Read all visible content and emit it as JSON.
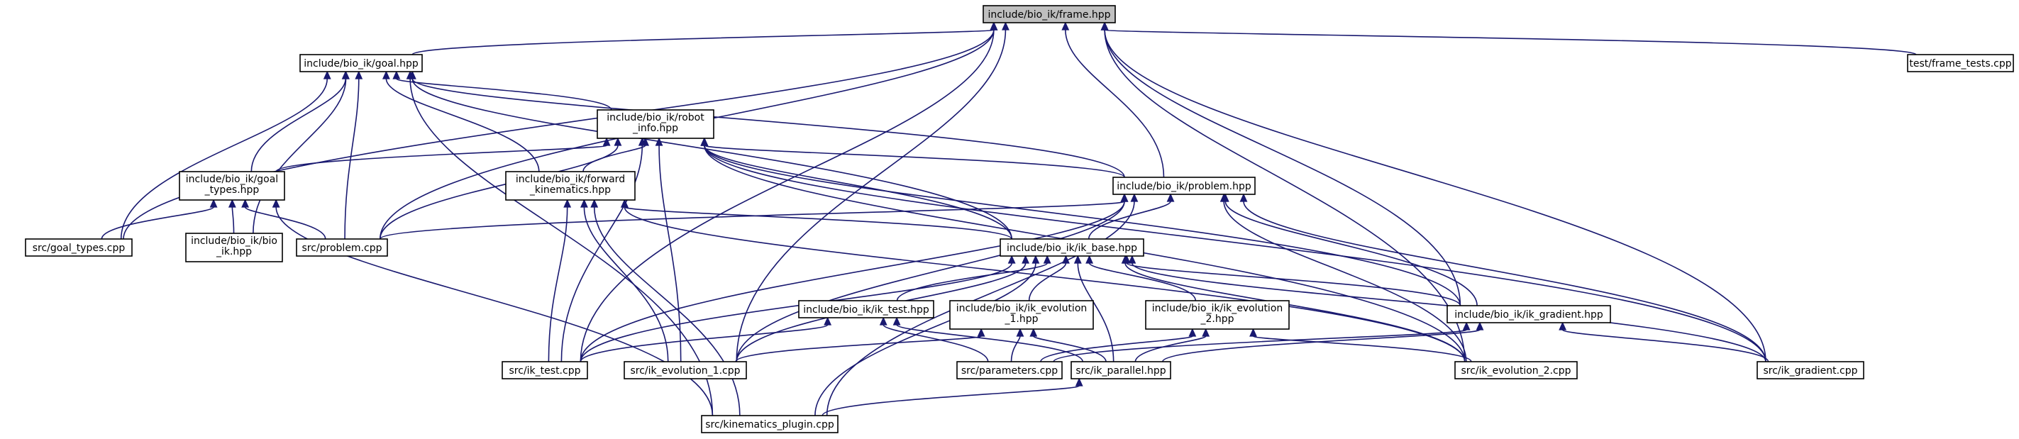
{
  "nodes": {
    "frame": [
      "include/bio_ik/frame.hpp"
    ],
    "goal": [
      "include/bio_ik/goal.hpp"
    ],
    "frame_tests": [
      "test/frame_tests.cpp"
    ],
    "robot_info": [
      "include/bio_ik/robot",
      "_info.hpp"
    ],
    "goal_types_hpp": [
      "include/bio_ik/goal",
      "_types.hpp"
    ],
    "forward_kinematics": [
      "include/bio_ik/forward",
      "_kinematics.hpp"
    ],
    "problem_hpp": [
      "include/bio_ik/problem.hpp"
    ],
    "goal_types_cpp": [
      "src/goal_types.cpp"
    ],
    "bio_ik_hpp": [
      "include/bio_ik/bio",
      "_ik.hpp"
    ],
    "problem_cpp": [
      "src/problem.cpp"
    ],
    "ik_base": [
      "include/bio_ik/ik_base.hpp"
    ],
    "ik_test_hpp": [
      "include/bio_ik/ik_test.hpp"
    ],
    "ik_evolution_1_hpp": [
      "include/bio_ik/ik_evolution",
      "_1.hpp"
    ],
    "ik_evolution_2_hpp": [
      "include/bio_ik/ik_evolution",
      "_2.hpp"
    ],
    "ik_gradient_hpp": [
      "include/bio_ik/ik_gradient.hpp"
    ],
    "ik_test_cpp": [
      "src/ik_test.cpp"
    ],
    "ik_evolution_1_cpp": [
      "src/ik_evolution_1.cpp"
    ],
    "parameters_cpp": [
      "src/parameters.cpp"
    ],
    "ik_parallel_hpp": [
      "src/ik_parallel.hpp"
    ],
    "ik_evolution_2_cpp": [
      "src/ik_evolution_2.cpp"
    ],
    "ik_gradient_cpp": [
      "src/ik_gradient.cpp"
    ],
    "kinematics_plugin": [
      "src/kinematics_plugin.cpp"
    ]
  },
  "edge_color": "#191970",
  "highlight_color": "#bfbfbf"
}
